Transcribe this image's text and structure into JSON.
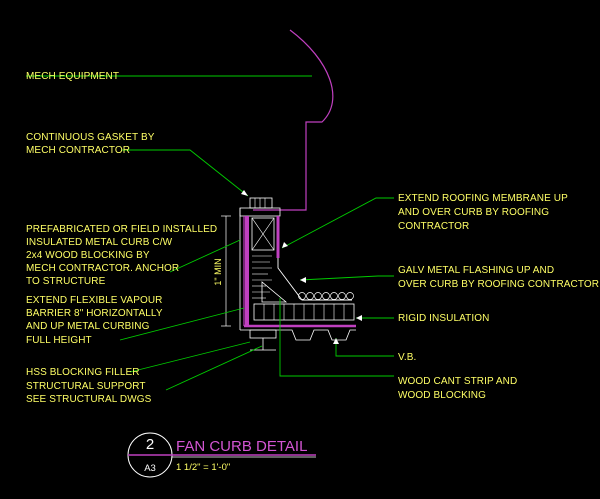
{
  "labels": {
    "mech_equipment": "MECH EQUIPMENT",
    "gasket": [
      "CONTINUOUS GASKET BY",
      "MECH CONTRACTOR"
    ],
    "curb": [
      "PREFABRICATED OR FIELD INSTALLED",
      "INSULATED METAL CURB C/W",
      "2x4 WOOD BLOCKING BY",
      "MECH CONTRACTOR. ANCHOR",
      "TO STRUCTURE"
    ],
    "vapour": [
      "EXTEND FLEXIBLE VAPOUR",
      "BARRIER 8\" HORIZONTALLY",
      "AND UP METAL CURBING",
      "FULL HEIGHT"
    ],
    "hss": "HSS BLOCKING FILLER",
    "support": [
      "STRUCTURAL SUPPORT",
      "SEE STRUCTURAL DWGS"
    ],
    "membrane": [
      "EXTEND ROOFING MEMBRANE UP",
      "AND OVER CURB BY ROOFING",
      "CONTRACTOR"
    ],
    "flashing": [
      "GALV METAL FLASHING UP AND",
      "OVER CURB BY ROOFING CONTRACTOR"
    ],
    "rigid": "RIGID INSULATION",
    "vb": "V.B.",
    "cant": [
      "WOOD CANT STRIP AND",
      "WOOD BLOCKING"
    ]
  },
  "dimension": "1\" MIN",
  "title_block": {
    "number": "2",
    "sheet": "A3",
    "title": "FAN CURB DETAIL",
    "scale": "1 1/2\" = 1'-0\""
  }
}
